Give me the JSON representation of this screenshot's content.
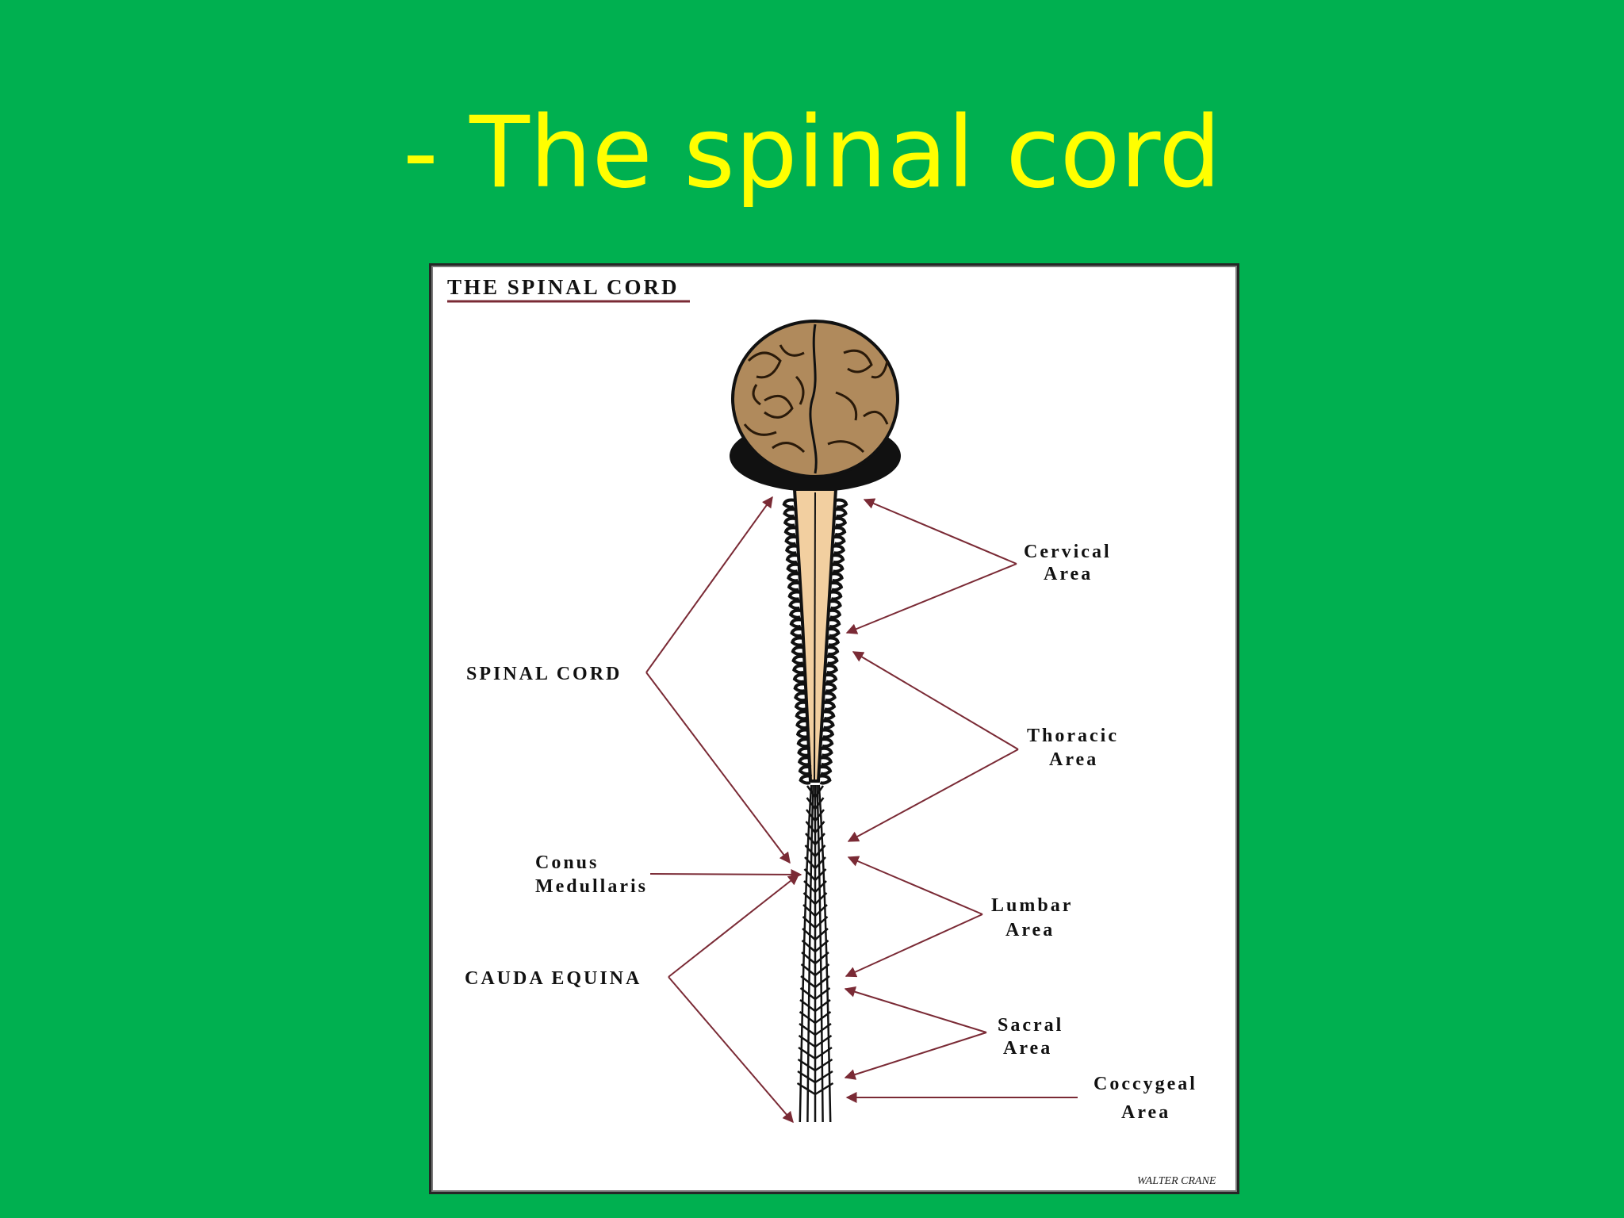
{
  "slide": {
    "title": "- The spinal cord"
  },
  "figure": {
    "heading": "THE SPINAL CORD",
    "labels": {
      "spinal_cord": "SPINAL CORD",
      "conus_line1": "Conus",
      "conus_line2": "Medullaris",
      "cauda_equina": "CAUDA EQUINA",
      "cervical_line1": "Cervical",
      "cervical_line2": "Area",
      "thoracic_line1": "Thoracic",
      "thoracic_line2": "Area",
      "lumbar_line1": "Lumbar",
      "lumbar_line2": "Area",
      "sacral_line1": "Sacral",
      "sacral_line2": "Area",
      "coccygeal_line1": "Coccygeal",
      "coccygeal_line2": "Area"
    },
    "signature": "WALTER CRANE"
  },
  "colors": {
    "background": "#00b050",
    "title": "#ffff00",
    "arrow": "#7a2a35",
    "brain": "#b08a5c",
    "cord": "#f2cfa0"
  }
}
